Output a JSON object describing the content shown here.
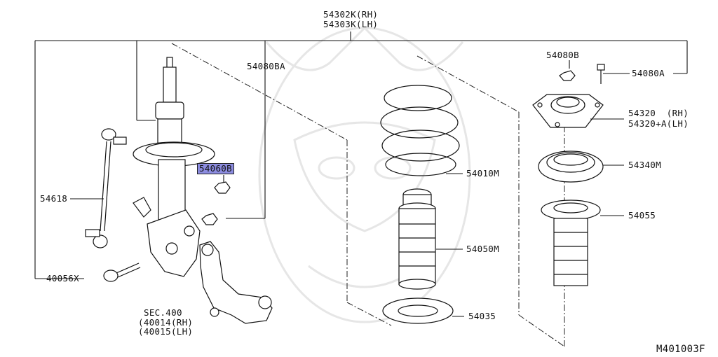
{
  "labels": {
    "assembly_rh": "54302K(RH)",
    "assembly_lh": "54303K(LH)",
    "nut_54080b": "54080B",
    "bolt_54080a": "54080A",
    "nut_54080ba": "54080BA",
    "mount_54320_rh": "54320  (RH)",
    "mount_54320_lh": "54320+A(LH)",
    "bearing_54340m": "54340M",
    "spring_54010m": "54010M",
    "highlight_54060b": "54060B",
    "stabilizer_54618": "54618",
    "bound_54055": "54055",
    "boot_54050m": "54050M",
    "seat_54035": "54035",
    "bolt_40056x": "40056X",
    "sec_400": "SEC.400",
    "knuckle_rh": "(40014(RH)",
    "knuckle_lh": "(40015(LH)",
    "diagram_code": "M401003F"
  },
  "colors": {
    "highlight": "#8c8ce0",
    "line": "#111111",
    "watermark": "#e6e6e6"
  }
}
